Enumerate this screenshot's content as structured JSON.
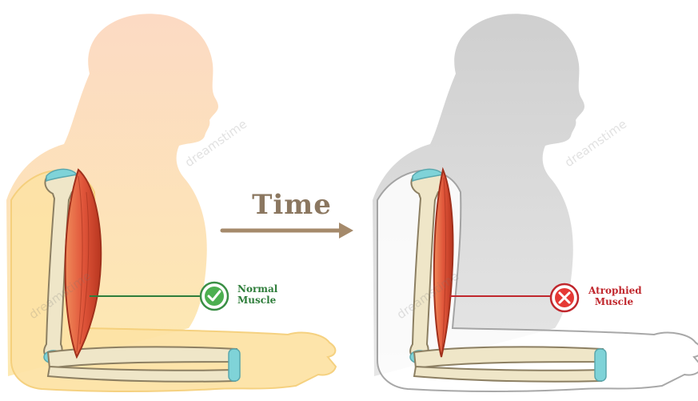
{
  "arrow": {
    "label": "Time",
    "color": "#a58a6b"
  },
  "panels": {
    "before": {
      "tag_line1": "Normal",
      "tag_line2": "Muscle",
      "status_icon": "check-icon",
      "accent": "#2e7d3a",
      "skin_color": "#fbd9a8"
    },
    "after": {
      "tag_line1": "Atrophied",
      "tag_line2": "Muscle",
      "status_icon": "cross-icon",
      "accent": "#d32f2f",
      "skin_color": "#dcdcdc"
    }
  },
  "colors": {
    "bone": "#efe6c8",
    "cartilage": "#7fd3d8",
    "muscle": "#e0553a"
  },
  "watermark": "dreamstime"
}
